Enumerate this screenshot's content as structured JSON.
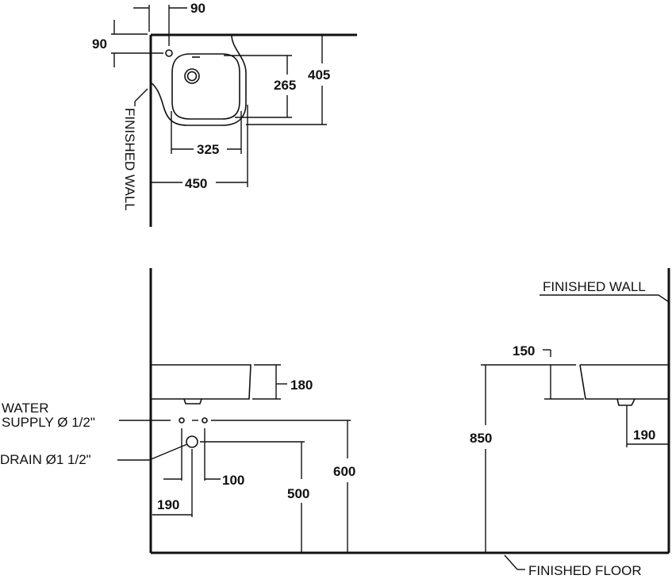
{
  "plan": {
    "dim_wall_offset_x": "90",
    "dim_wall_offset_y": "90",
    "dim_depth": "405",
    "dim_bowl_depth": "265",
    "dim_bowl_width": "325",
    "dim_width": "450",
    "wall_label": "FINISHED WALL"
  },
  "elevation": {
    "wall_label": "FINISHED WALL",
    "floor_label": "FINISHED FLOOR",
    "water_supply_label_line1": "WATER",
    "water_supply_label_line2": "SUPPLY Ø 1/2\"",
    "drain_label": "DRAIN Ø1 1/2\"",
    "dim_basin_height": "180",
    "dim_supply_spacing": "100",
    "dim_drain_offset": "190",
    "dim_drain_height": "500",
    "dim_supply_height": "600",
    "dim_rim_height": "850",
    "dim_rim_to_top": "150",
    "dim_side_drain_offset": "190"
  }
}
